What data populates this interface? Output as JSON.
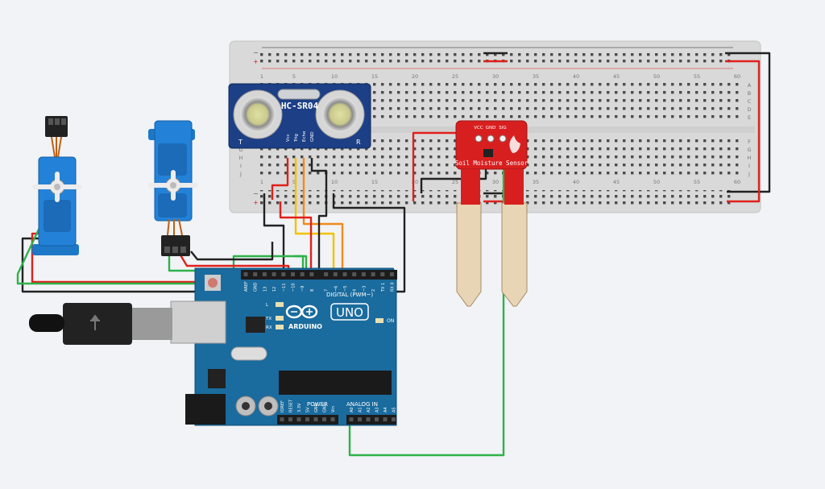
{
  "breadboard": {
    "top_numbers": [
      "1",
      "5",
      "10",
      "15",
      "20",
      "25",
      "30",
      "35",
      "40",
      "45",
      "50",
      "55",
      "60"
    ],
    "bottom_numbers": [
      "1",
      "5",
      "10",
      "15",
      "20",
      "25",
      "30",
      "35",
      "40",
      "45",
      "50",
      "55",
      "60"
    ],
    "rows_top": [
      "A",
      "B",
      "C",
      "D",
      "E"
    ],
    "rows_bottom": [
      "F",
      "G",
      "H",
      "I",
      "J"
    ],
    "rail_minus": "−",
    "rail_plus": "+"
  },
  "ultrasonic": {
    "model": "HC-SR04",
    "pins": [
      "Vcc",
      "Trig",
      "Echo",
      "GND"
    ],
    "corner_left": "T",
    "corner_right": "R"
  },
  "soil_sensor": {
    "label": "Soil Moisture Sensor",
    "pins": [
      "VCC",
      "GND",
      "SIG"
    ]
  },
  "arduino": {
    "brand": "ARDUINO",
    "model": "UNO",
    "digital_label": "DIGITAL (PWM~)",
    "power_label": "POWER",
    "analog_label": "ANALOG IN",
    "digital_pins": [
      "AREF",
      "GND",
      "13",
      "12",
      "~11",
      "~10",
      "~9",
      "8",
      "7",
      "~6",
      "~5",
      "4",
      "~3",
      "2",
      "TX 1",
      "RX 0"
    ],
    "power_pins": [
      "IOREF",
      "RESET",
      "3.3V",
      "5V",
      "GND",
      "GND",
      "Vin"
    ],
    "analog_pins": [
      "A0",
      "A1",
      "A2",
      "A3",
      "A4",
      "A5"
    ],
    "leds": [
      "L",
      "TX",
      "RX"
    ],
    "on_label": "ON"
  },
  "wire_colors": {
    "red": "#e0201b",
    "black": "#222222",
    "yellow": "#f2c200",
    "orange": "#f08a1c",
    "green": "#2db24a",
    "brown": "#7a4a1e"
  }
}
